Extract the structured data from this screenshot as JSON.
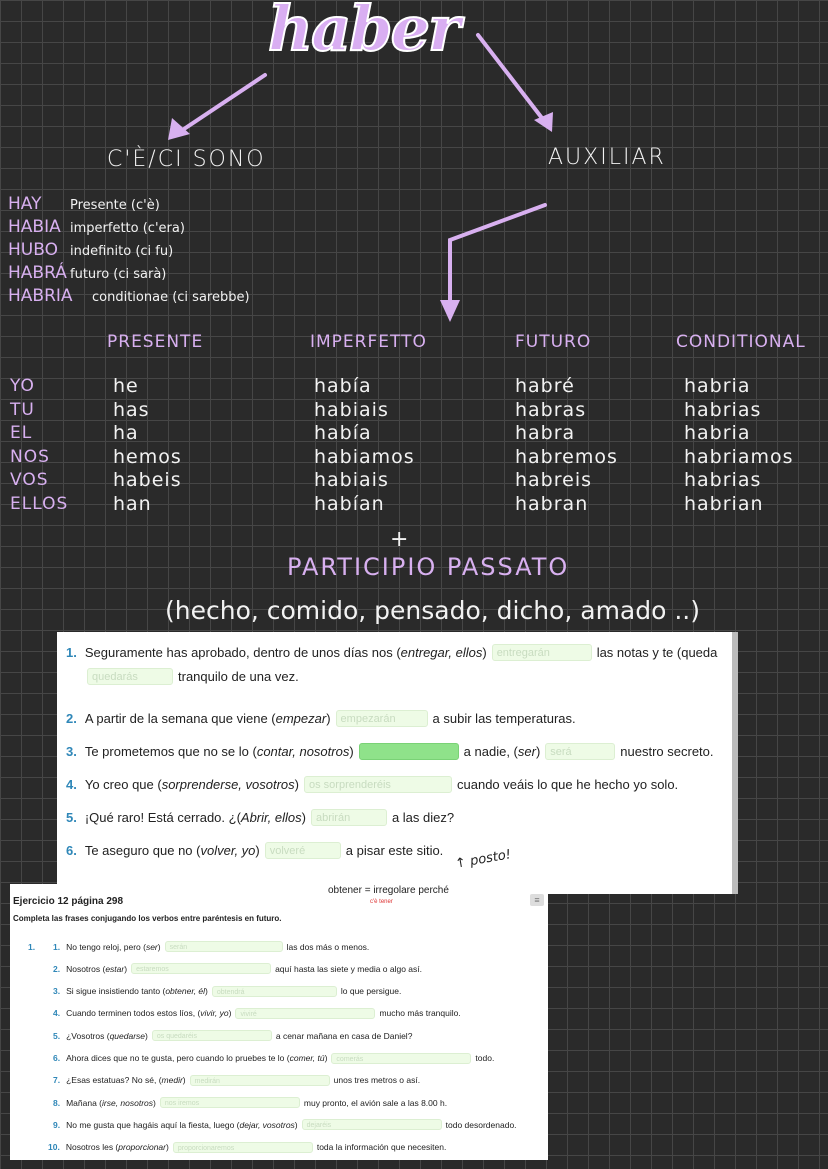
{
  "title": "haber",
  "left_branch": {
    "heading": "C'È/CI SONO",
    "forms": [
      {
        "form": "HAY",
        "desc": "Presente (c'è)"
      },
      {
        "form": "HABIA",
        "desc": "imperfetto (c'era)"
      },
      {
        "form": "HUBO",
        "desc": "indefinito (ci fu)"
      },
      {
        "form": "HABRÁ",
        "desc": "futuro (ci sarà)"
      },
      {
        "form": "HABRIA",
        "desc": "conditionae (ci sarebbe)"
      }
    ]
  },
  "right_branch": {
    "heading": "AUXILIAR"
  },
  "table": {
    "headers": [
      "PRESENTE",
      "IMPERFETTO",
      "FUTURO",
      "CONDITIONAL"
    ],
    "pronouns": [
      "YO",
      "TU",
      "EL",
      "NOS",
      "VOS",
      "ELLOS"
    ],
    "columns": [
      [
        "he",
        "has",
        "ha",
        "hemos",
        "habeis",
        "han"
      ],
      [
        "había",
        "habiais",
        "había",
        "habiamos",
        "habiais",
        "habían"
      ],
      [
        "habré",
        "habras",
        "habra",
        "habremos",
        "habreis",
        "habran"
      ],
      [
        "habria",
        "habrias",
        "habria",
        "habriamos",
        "habrias",
        "habrian"
      ]
    ]
  },
  "plus": "+",
  "participio": "PARTICIPIO PASSATO",
  "examples": "(hecho, comido, pensado, dicho, amado ..)",
  "exercise1": {
    "items": [
      {
        "n": "1.",
        "parts": [
          "Seguramente has aprobado, dentro de unos días nos (",
          "entregar,  ellos",
          ")",
          "entregarán",
          "las notas y te (queda"
        ],
        "line2": {
          "value": "quedarás",
          "text": "tranquilo de una vez."
        }
      },
      {
        "n": "2.",
        "parts": [
          "A partir de la semana que viene (",
          "empezar",
          ")",
          "empezarán",
          "a subir las temperaturas."
        ]
      },
      {
        "n": "3.",
        "parts": [
          "Te prometemos que no se lo (",
          "contar, nosotros",
          ")",
          "",
          "a nadie, (",
          "ser",
          ")",
          "será",
          "nuestro secreto."
        ]
      },
      {
        "n": "4.",
        "parts": [
          "Yo creo que (",
          "sorprenderse, vosotros",
          ")",
          "os sorprenderéis",
          "cuando veáis lo que he hecho yo solo."
        ]
      },
      {
        "n": "5.",
        "parts": [
          "¡Qué raro! Está cerrado. ¿(",
          "Abrir, ellos",
          ")",
          "abrirán",
          "a las diez?"
        ]
      },
      {
        "n": "6.",
        "parts": [
          "Te aseguro que no (",
          "volver, yo",
          ")",
          "volveré",
          "a pisar este sitio."
        ]
      }
    ],
    "note": "posto!"
  },
  "exercise2": {
    "title": "Ejercicio 12 página 298",
    "instruction": "Completa las frases conjugando los verbos entre paréntesis en futuro.",
    "outer_num": "1.",
    "note": "obtener = irregolare perché",
    "note_sub": "c'è tener",
    "items": [
      {
        "n": "1.",
        "pre": "No tengo reloj, pero (",
        "verb": "ser",
        "val": "serán",
        "post": "las dos más o menos."
      },
      {
        "n": "2.",
        "pre": "Nosotros (",
        "verb": "estar",
        "val": "estaremos",
        "post": "aquí hasta las siete y media o algo así."
      },
      {
        "n": "3.",
        "pre": "Si sigue insistiendo tanto (",
        "verb": "obtener, él",
        "val": "obtendrá",
        "post": "lo que persigue."
      },
      {
        "n": "4.",
        "pre": "Cuando terminen todos estos líos, (",
        "verb": "vivir, yo",
        "val": "viviré",
        "post": "mucho más tranquilo."
      },
      {
        "n": "5.",
        "pre": "¿Vosotros (",
        "verb": "quedarse",
        "val": "os quedaréis",
        "post": "a cenar mañana en casa de Daniel?"
      },
      {
        "n": "6.",
        "pre": "Ahora dices que no te gusta, pero cuando lo pruebes te lo (",
        "verb": "comer, tú",
        "val": "comerás",
        "post": "todo."
      },
      {
        "n": "7.",
        "pre": "¿Esas estatuas? No sé, (",
        "verb": "medir",
        "val": "medirán",
        "post": "unos tres metros o así."
      },
      {
        "n": "8.",
        "pre": "Mañana (",
        "verb": "irse, nosotros",
        "val": "nos iremos",
        "post": "muy pronto, el avión sale a las 8.00 h."
      },
      {
        "n": "9.",
        "pre": "No me gusta que hagáis aquí la fiesta, luego (",
        "verb": "dejar, vosotros",
        "val": "dejaréis",
        "post": "todo desordenado."
      },
      {
        "n": "10.",
        "pre": "Nosotros les (",
        "verb": "proporcionar",
        "val": "proporcionaremos",
        "post": "toda la información que necesiten."
      }
    ]
  },
  "colors": {
    "purple": "#d8b0f0",
    "handwriting": "#f2f2f2",
    "number_blue": "#2f87b8",
    "input_bg": "#eefbe6",
    "input_filled": "#8fe28a"
  }
}
